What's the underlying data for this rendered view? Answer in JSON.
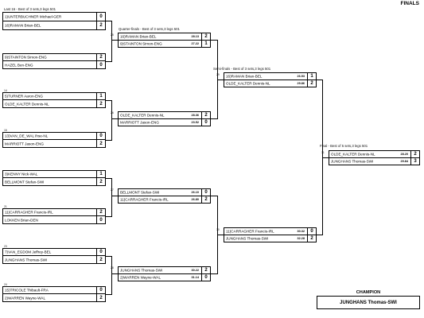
{
  "page": {
    "title": "FINALS"
  },
  "rounds": {
    "last16": "Last 16 - Best of 3 sets,3 legs 501",
    "quarter": "Quarter-finals - Best of 3 sets,3 legs 501",
    "semi": "Semi-finals - Best of 3 sets,3 legs 501",
    "final": "Final - Best of 5 sets,3 legs 501"
  },
  "matches": [
    {
      "p1": "1)UNTERBUCHNER Michael-GER",
      "s1": "0",
      "p2": "16)RAMAN Brian-BEL",
      "s2": "2"
    },
    {
      "p1": "9)STAINTON Simon-ENG",
      "s1": "2",
      "p2": "HAZEL Ben-ENG",
      "s2": "0"
    },
    {
      "num": "14",
      "p1": "5)TURNER Aaron-ENG",
      "s1": "1",
      "p2": "OLDE_KALTER Dennis-NL",
      "s2": "2"
    },
    {
      "num": "15",
      "p1": "13)VAN_DE_WAL Ihse-NL",
      "s1": "0",
      "p2": "MARRIOTT Jason-ENG",
      "s2": "2"
    },
    {
      "p1": "3)KENNY Nick-WAL",
      "s1": "1",
      "p2": "BELLMONT Stefan-SWI",
      "s2": "2"
    },
    {
      "num": "21",
      "p1": "11)CARRAGHER Francis-IRL",
      "s1": "2",
      "p2": "LOKKEN Brian-DEN",
      "s2": "0"
    },
    {
      "num": "23",
      "p1": "7)VAN_EGDOM Jeffrey-BEL",
      "s1": "0",
      "p2": "JUNGHANS Thomas-SWI",
      "s2": "2"
    },
    {
      "num": "24",
      "p1": "15)TRICOLE Thibault-FRA",
      "s1": "0",
      "p2": "2)WARREN Wayne-WAL",
      "s2": "2"
    },
    {
      "num": "25",
      "p1": "16)RAMAN Brian-BEL",
      "a1": "28.13",
      "s1": "2",
      "p2": "9)STAINTON Simon-ENG",
      "a2": "27.22",
      "s2": "1"
    },
    {
      "num": "26",
      "p1": "OLDE_KALTER Dennis-NL",
      "a1": "28.36",
      "s1": "2",
      "p2": "MARRIOTT Jason-ENG",
      "a2": "23.52",
      "s2": "0"
    },
    {
      "num": "27",
      "p1": "BELLMONT Stefan-SWI",
      "a1": "26.10",
      "s1": "0",
      "p2": "11)CARRAGHER Francis-IRL",
      "a2": "26.80",
      "s2": "2"
    },
    {
      "num": "28",
      "p1": "JUNGHANS Thomas-SWI",
      "a1": "30.22",
      "s1": "2",
      "p2": "2)WARREN Wayne-WAL",
      "a2": "31.14",
      "s2": "0"
    },
    {
      "num": "29",
      "p1": "16)RAMAN Brian-BEL",
      "a1": "26.53",
      "s1": "1",
      "p2": "OLDE_KALTER Dennis-NL",
      "a2": "29.86",
      "s2": "2"
    },
    {
      "num": "30",
      "p1": "11)CARRAGHER Francis-IRL",
      "a1": "30.32",
      "s1": "0",
      "p2": "JUNGHANS Thomas-SWI",
      "a2": "32.28",
      "s2": "2"
    },
    {
      "num": "31",
      "p1": "OLDE_KALTER Dennis-NL",
      "a1": "28.20",
      "s1": "2",
      "p2": "JUNGHANS Thomas-SWI",
      "a2": "29.84",
      "s2": "3"
    }
  ],
  "champion": {
    "label": "CHAMPION",
    "name": "JUNGHANS Thomas-SWI"
  }
}
